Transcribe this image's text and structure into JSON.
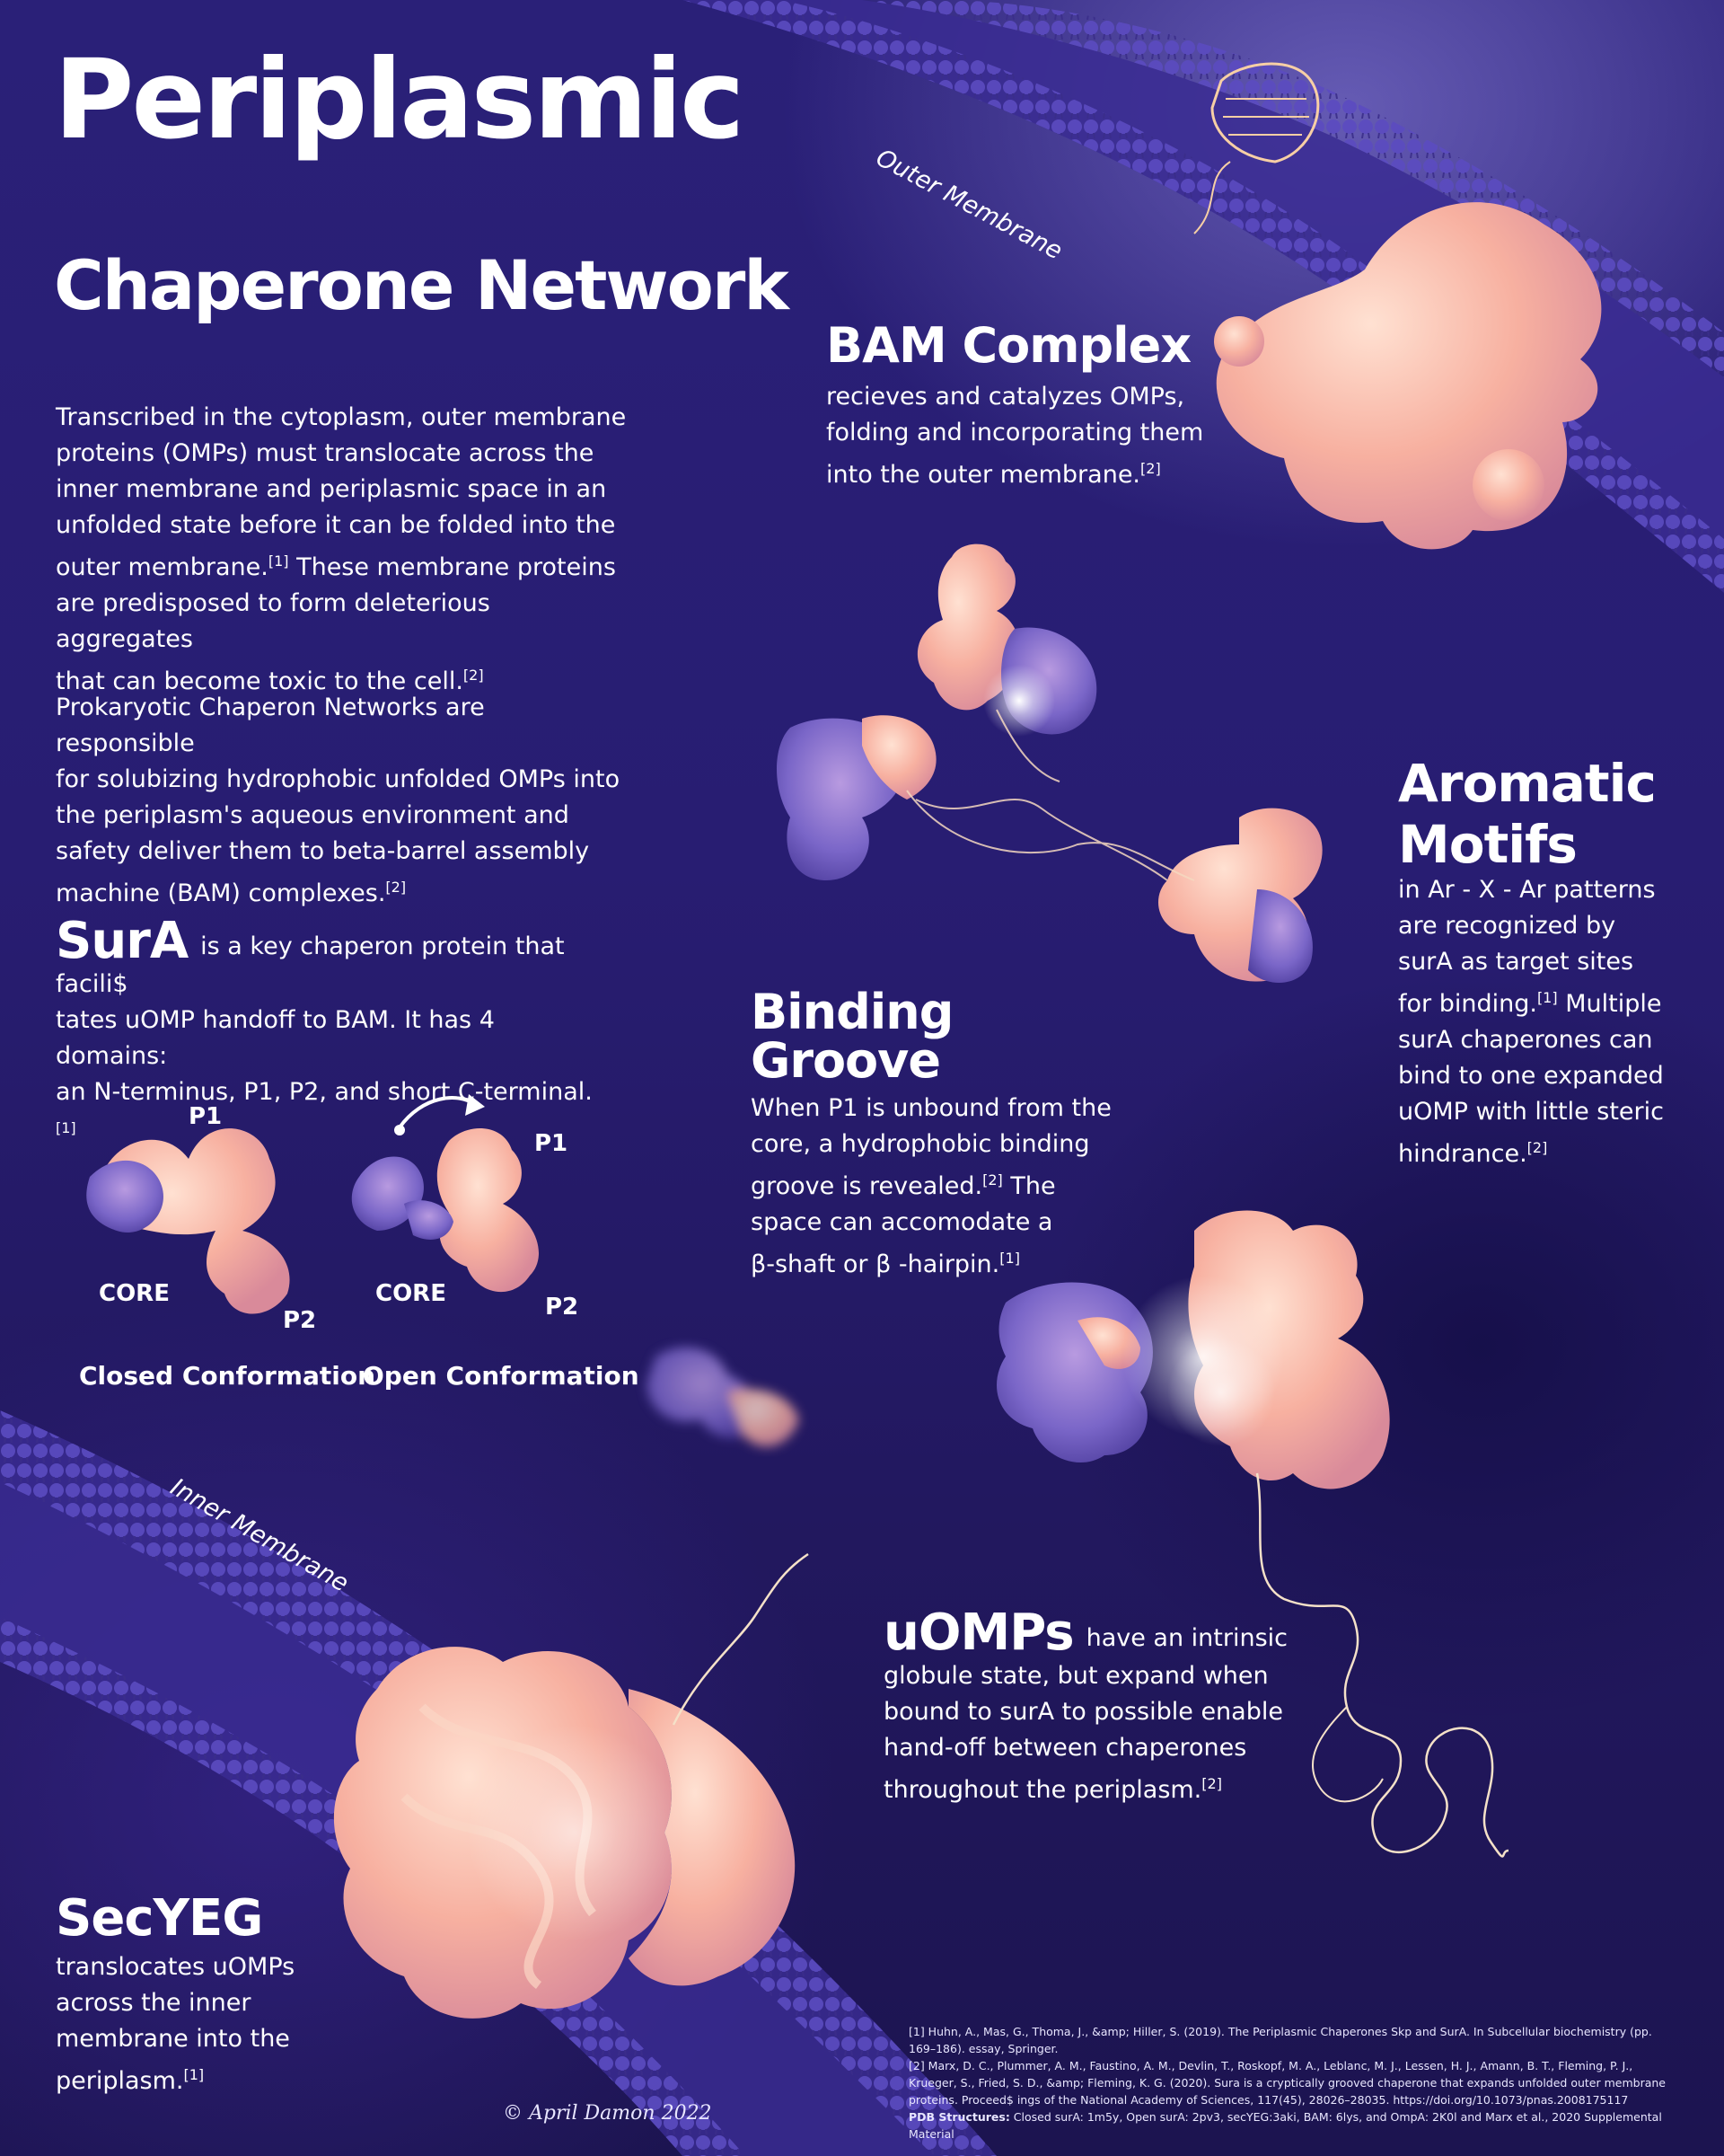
{
  "title": {
    "line1": "Periplasmic",
    "line2": "Chaperone Network"
  },
  "intro": {
    "para1": "Transcribed in the cytoplasm, outer membrane\nproteins (OMPs) must translocate across the\ninner membrane and periplasmic space in an\nunfolded state before it can be folded into the\nouter membrane.",
    "para1_ref": "[1]",
    "para1_cont": " These membrane proteins\nare predisposed to form deleterious aggregates\nthat can become toxic to the cell.",
    "para1_ref2": "[2]",
    "para2": "Prokaryotic Chaperon Networks are responsible\nfor solubizing hydrophobic unfolded OMPs into\nthe periplasm's aqueous environment and\nsafety deliver them to beta-barrel assembly\nmachine (BAM) complexes.",
    "para2_ref": "[2]"
  },
  "sura": {
    "heading": "SurA",
    "text_line1": "is a key chaperon protein that facili$",
    "text_rest": "tates uOMP handoff to BAM. It has 4 domains:\nan N-terminus, P1, P2, and short C-terminal.",
    "ref": "[1]",
    "closed": {
      "p1": "P1",
      "core": "CORE",
      "p2": "P2",
      "caption": "Closed Conformation"
    },
    "open": {
      "p1": "P1",
      "core": "CORE",
      "p2": "P2",
      "caption": "Open Conformation"
    }
  },
  "bam": {
    "heading": "BAM Complex",
    "text": "recieves and catalyzes OMPs,\nfolding and incorporating them\ninto the outer membrane.",
    "ref": "[2]"
  },
  "membranes": {
    "outer": "Outer Membrane",
    "inner": "Inner Membrane"
  },
  "aromatic": {
    "heading_line1": "Aromatic",
    "heading_line2": "Motifs",
    "text": "in Ar - X - Ar patterns\nare recognized by\nsurA as target sites\nfor binding.",
    "ref": "[1]",
    "text_cont": " Multiple\nsurA chaperones can\nbind to one expanded\nuOMP with little steric\nhindrance.",
    "ref2": "[2]"
  },
  "groove": {
    "heading": "Binding Groove",
    "text": "When P1 is unbound from the\ncore, a hydrophobic binding\ngroove is revealed.",
    "ref": "[2]",
    "text_cont": " The\nspace can accomodate a\nβ-shaft or β -hairpin.",
    "ref2": "[1]"
  },
  "uomps": {
    "heading": "uOMPs",
    "text_line1": "have an intrinsic",
    "text_rest": "globule state, but expand when\nbound to surA to possible enable\nhand-off between chaperones\nthroughout the periplasm.",
    "ref": "[2]"
  },
  "secyeg": {
    "heading": "SecYEG",
    "text": "translocates uOMPs\nacross the inner\nmembrane into the\nperiplasm.",
    "ref": "[1]"
  },
  "references": {
    "ref1": "[1] Huhn, A., Mas, G., Thoma, J., &amp; Hiller, S. (2019). The Periplasmic Chaperones Skp and SurA. In Subcellular biochemistry (pp. 169–186). essay, Springer.",
    "ref2": "[2] Marx, D. C., Plummer, A. M., Faustino, A. M., Devlin, T., Roskopf, M. A., Leblanc, M. J., Lessen, H. J., Amann, B. T., Fleming, P. J., Krueger, S., Fried, S. D., &amp; Fleming, K. G. (2020). Sura is a cryptically grooved chaperone that expands unfolded outer membrane proteins. Proceed$ ings of the National Academy of Sciences, 117(45), 28026–28035. https://doi.org/10.1073/pnas.2008175117",
    "pdb_label": "PDB Structures:",
    "pdb_text": " Closed surA: 1m5y, Open surA: 2pv3, secYEG:3aki, BAM: 6lys, and OmpA: 2K0l and Marx et al., 2020 Supplemental Material"
  },
  "signature": "© April Damon 2022",
  "colors": {
    "background": "#281d72",
    "protein": "#f7b8a6",
    "membrane": "#4a3aa8",
    "text": "#ffffff"
  }
}
